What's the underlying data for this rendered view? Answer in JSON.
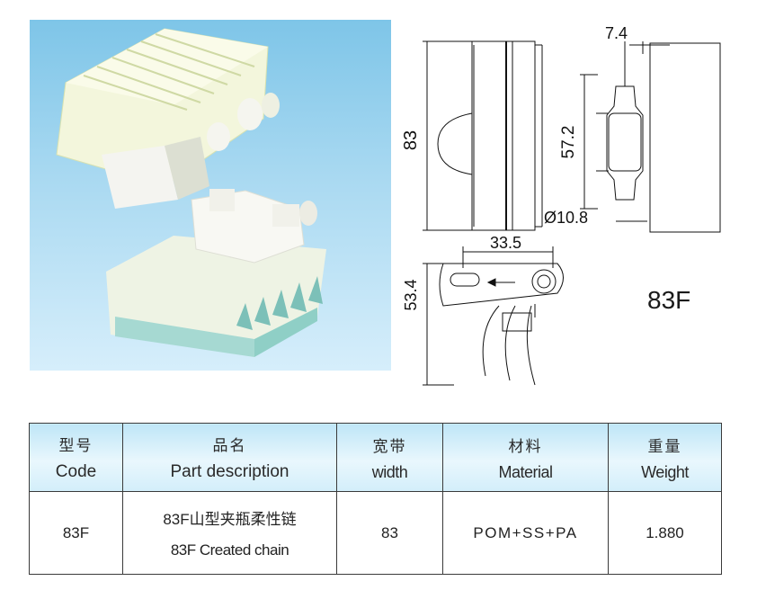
{
  "drawing": {
    "dims": {
      "height": "83",
      "side_width": "7.4",
      "side_height": "57.2",
      "pin_dia": "Ø10.8",
      "bottom_width": "33.5",
      "bottom_height": "53.4"
    },
    "model_label": "83F"
  },
  "table": {
    "headers": [
      {
        "cn": "型号",
        "en": "Code"
      },
      {
        "cn": "品名",
        "en": "Part description"
      },
      {
        "cn": "宽带",
        "en": "width"
      },
      {
        "cn": "材料",
        "en": "Material"
      },
      {
        "cn": "重量",
        "en": "Weight"
      }
    ],
    "row": {
      "code": "83F",
      "desc_cn": "83F山型夹瓶柔性链",
      "desc_en": "83F Created chain",
      "width": "83",
      "material": "POM+SS+PA",
      "weight": "1.880"
    }
  },
  "colors": {
    "photo_bg_top": "#7ec5e8",
    "photo_bg_bottom": "#d6eefb",
    "header_bg": "#bfe6f7",
    "line": "#111111"
  }
}
